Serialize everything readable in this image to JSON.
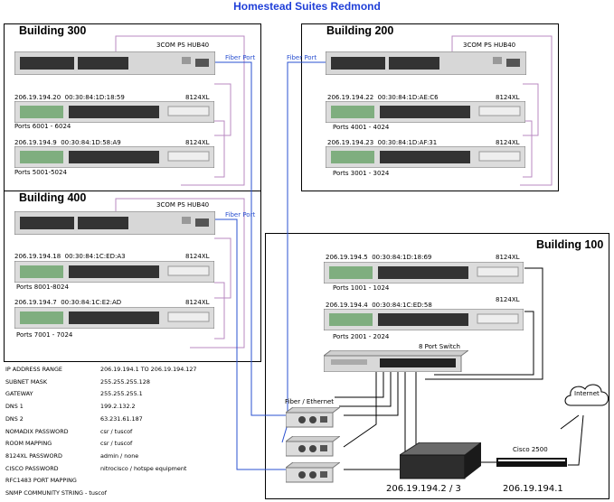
{
  "title": "Homestead Suites Redmond",
  "buildings": {
    "b300": "Building 300",
    "b200": "Building 200",
    "b400": "Building 400",
    "b100": "Building 100"
  },
  "hub_label": "3COM PS HUB40",
  "fiber_port": "Fiber Port",
  "switch_model": "8124XL",
  "switches": {
    "b300_1": {
      "ip": "206.19.194.20",
      "mac": "00:30:84:1D:18:59",
      "ports": "Ports 6001 - 6024"
    },
    "b300_2": {
      "ip": "206.19.194.9",
      "mac": "00:30:84:1D:58:A9",
      "ports": "Ports 5001-5024"
    },
    "b200_1": {
      "ip": "206.19.194.22",
      "mac": "00:30:84:1D:AE:C6",
      "ports": "Ports 4001 - 4024"
    },
    "b200_2": {
      "ip": "206.19.194.23",
      "mac": "00:30:84:1D:AF:31",
      "ports": "Ports 3001 - 3024"
    },
    "b400_1": {
      "ip": "206.19.194.18",
      "mac": "00:30:84:1C:ED:A3",
      "ports": "Ports 8001-8024"
    },
    "b400_2": {
      "ip": "206.19.194.7",
      "mac": "00:30:84:1C:E2:AD",
      "ports": "Ports 7001 - 7024"
    },
    "b100_1": {
      "ip": "206.19.194.5",
      "mac": "00:30:84:1D:18:69",
      "ports": "Ports 1001 - 1024"
    },
    "b100_2": {
      "ip": "206.19.194.4",
      "mac": "00:30:84:1C:ED:58",
      "ports": "Ports 2001 - 2024"
    }
  },
  "eight_port_switch": "8 Port Switch",
  "fiber_ethernet": "Fiber / Ethernet",
  "internet": "Internet",
  "cisco": "Cisco 2500",
  "router_ip": "206.19.194.2 / 3",
  "cisco_ip": "206.19.194.1",
  "info": [
    {
      "label": "IP ADDRESS RANGE",
      "value": "206.19.194.1 TO 206.19.194.127"
    },
    {
      "label": "SUBNET MASK",
      "value": "255.255.255.128"
    },
    {
      "label": "GATEWAY",
      "value": "255.255.255.1"
    },
    {
      "label": "DNS 1",
      "value": "199.2.132.2"
    },
    {
      "label": "DNS 2",
      "value": "63.231.61.187"
    },
    {
      "label": "NOMADIX PASSWORD",
      "value": "csr / tuscof"
    },
    {
      "label": "ROOM MAPPING",
      "value": "csr / tuscof"
    },
    {
      "label": "8124XL PASSWORD",
      "value": "admin / none"
    },
    {
      "label": "CISCO PASSWORD",
      "value": "nitrocisco / hotspe equipment"
    },
    {
      "label": "RFC1483 PORT MAPPING",
      "value": ""
    },
    {
      "label": "SNMP COMMUNITY STRING - tuscof",
      "value": ""
    }
  ]
}
